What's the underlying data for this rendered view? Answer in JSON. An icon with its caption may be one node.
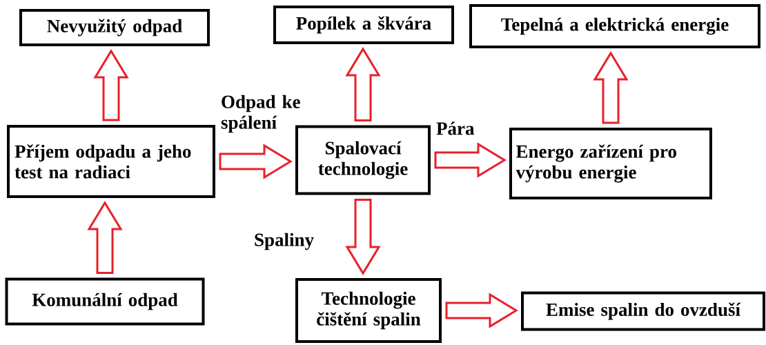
{
  "diagram": {
    "nodes": [
      {
        "text": [
          "Nevyužitý odpad"
        ]
      },
      {
        "text": [
          "Popílek a škvára"
        ]
      },
      {
        "text": [
          "Tepelná a elektrická energie"
        ]
      },
      {
        "text": [
          "Příjem odpadu a jeho test na radiaci"
        ]
      },
      {
        "text": [
          "Spalovací technologie"
        ]
      },
      {
        "text": [
          "Energo zařízení pro výrobu energie"
        ]
      },
      {
        "text": [
          "Komunální odpad"
        ]
      },
      {
        "text": [
          "Technologie čištění spalin"
        ]
      },
      {
        "text": [
          "Emise spalin do ovzduší"
        ]
      }
    ],
    "edges": [
      {
        "from": 6,
        "to": 3,
        "arrow": "to"
      },
      {
        "from": 3,
        "to": 0,
        "arrow": "to"
      },
      {
        "from": 3,
        "to": 4,
        "arrow": "to",
        "label": "Odpad ke spálení"
      },
      {
        "from": 4,
        "to": 1,
        "arrow": "to"
      },
      {
        "from": 4,
        "to": 5,
        "arrow": "to",
        "label": "Pára"
      },
      {
        "from": 5,
        "to": 2,
        "arrow": "to"
      },
      {
        "from": 4,
        "to": 7,
        "arrow": "to",
        "label": "Spaliny"
      },
      {
        "from": 7,
        "to": 8,
        "arrow": "to"
      }
    ]
  }
}
